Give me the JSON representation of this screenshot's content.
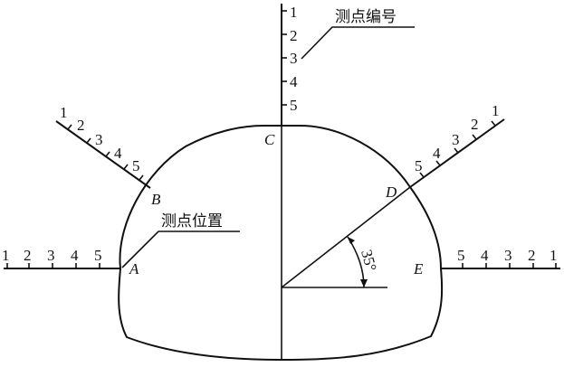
{
  "labels": {
    "point_number": "测点编号",
    "point_position": "测点位置",
    "angle": "35°"
  },
  "points": [
    "A",
    "B",
    "C",
    "D",
    "E"
  ],
  "scales": {
    "left_horizontal": [
      "1",
      "2",
      "3",
      "4",
      "5"
    ],
    "upper_left": [
      "1",
      "2",
      "3",
      "4",
      "5"
    ],
    "vertical_top": [
      "1",
      "2",
      "3",
      "4",
      "5"
    ],
    "upper_right": [
      "1",
      "2",
      "3",
      "4",
      "5"
    ],
    "right_horizontal": [
      "1",
      "2",
      "3",
      "4",
      "5"
    ]
  }
}
